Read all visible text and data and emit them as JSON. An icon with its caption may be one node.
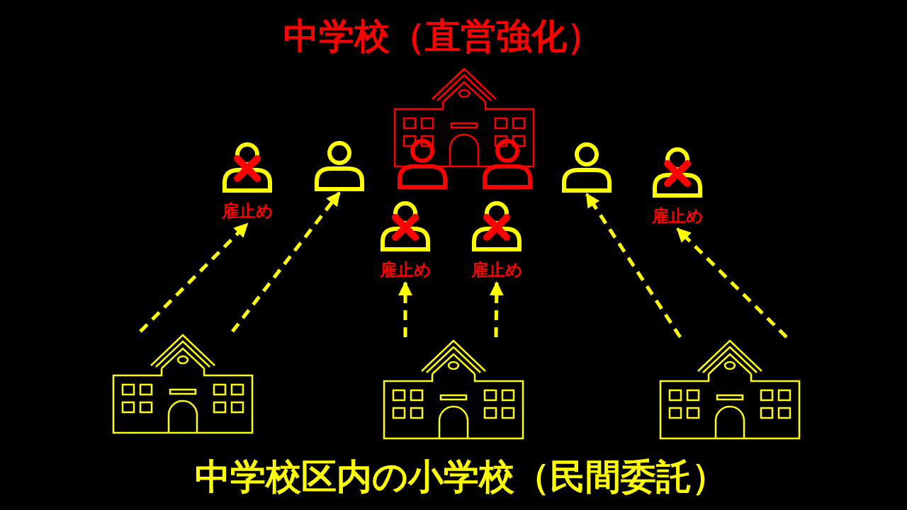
{
  "diagram": {
    "title": "中学校（直営強化）",
    "caption": "中学校区内の小学校（民間委託）",
    "nodes": [
      {
        "text": [],
        "shape": "picture"
      },
      {
        "text": [],
        "shape": "person",
        "beside": [
          "雇止め"
        ]
      },
      {
        "text": [],
        "shape": "person"
      },
      {
        "text": [],
        "shape": "person"
      },
      {
        "text": [],
        "shape": "person"
      },
      {
        "text": [],
        "shape": "person",
        "beside": [
          "雇止め"
        ]
      },
      {
        "text": [],
        "shape": "person",
        "beside": [
          "雇止め"
        ]
      },
      {
        "text": [],
        "shape": "person"
      },
      {
        "text": [],
        "shape": "person",
        "beside": [
          "雇止め"
        ]
      },
      {
        "text": [],
        "shape": "picture"
      },
      {
        "text": [],
        "shape": "picture"
      },
      {
        "text": [],
        "shape": "picture"
      }
    ],
    "edges": [
      {
        "from": 9,
        "to": 1,
        "arrow": "to",
        "style": "dashed"
      },
      {
        "from": 9,
        "to": 2,
        "arrow": "to",
        "style": "dashed"
      },
      {
        "from": 10,
        "to": 5,
        "arrow": "to",
        "style": "dashed"
      },
      {
        "from": 10,
        "to": 6,
        "arrow": "to",
        "style": "dashed"
      },
      {
        "from": 11,
        "to": 7,
        "arrow": "to",
        "style": "dashed"
      },
      {
        "from": 11,
        "to": 8,
        "arrow": "to",
        "style": "dashed"
      }
    ]
  }
}
